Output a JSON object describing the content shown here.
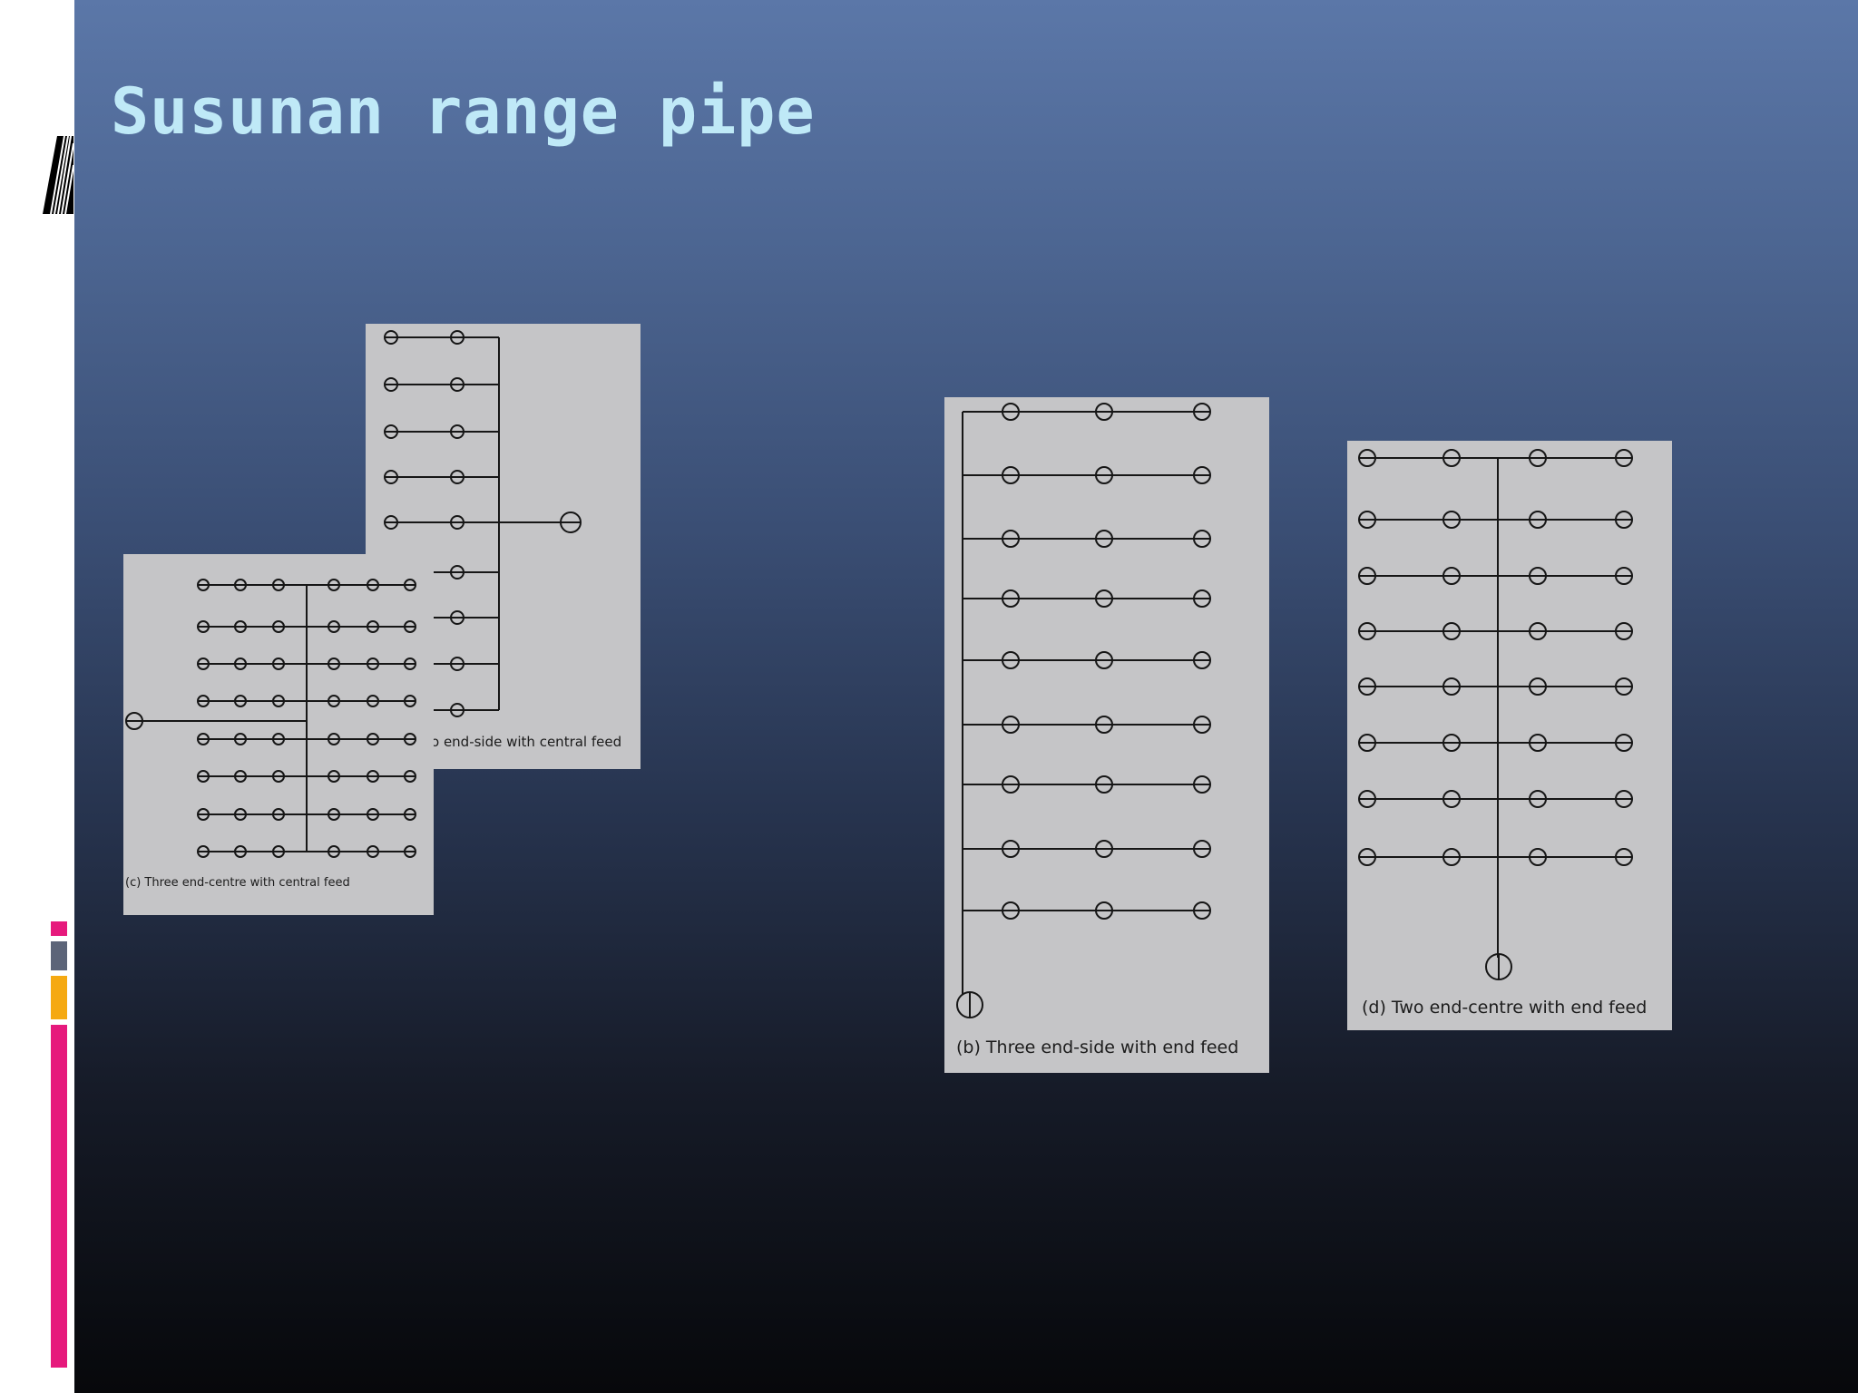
{
  "slide": {
    "title": "Susunan range pipe",
    "accent_colors": {
      "pink": "#e6197c",
      "gray": "#5c6478",
      "orange": "#f5a912"
    }
  },
  "figures": {
    "a": {
      "caption": "o end-side with central feed"
    },
    "b": {
      "caption": "(b) Three end-side with end feed"
    },
    "c": {
      "caption": "(c) Three end-centre with central feed"
    },
    "d": {
      "caption": "(d) Two end-centre with end feed"
    }
  }
}
